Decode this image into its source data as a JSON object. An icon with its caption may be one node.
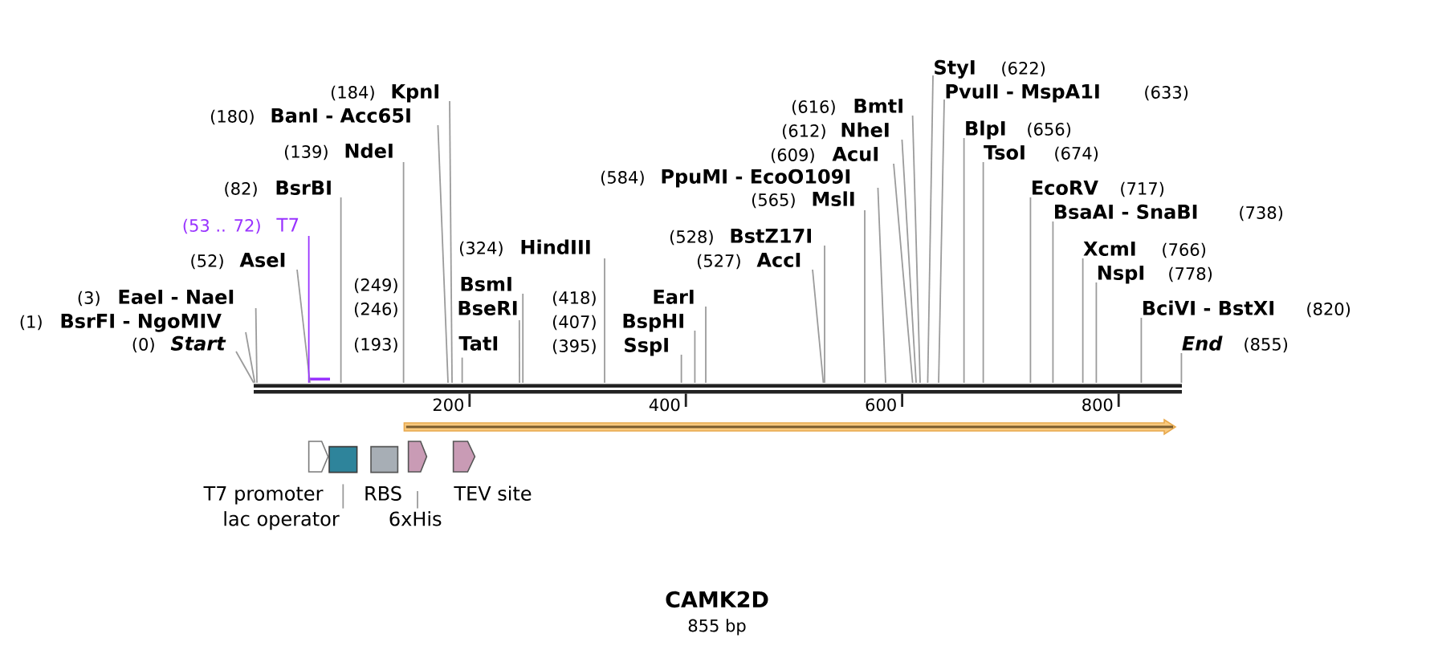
{
  "diagram": {
    "title": "CAMK2D",
    "caption": "855 bp",
    "nodes": [
      {
        "text": [],
        "shape": "bar"
      },
      {
        "text": [
          "(0)",
          "Start"
        ]
      },
      {
        "text": [
          "(1)",
          "BsrFI - NgoMIV"
        ]
      },
      {
        "text": [
          "(3)",
          "EaeI - NaeI"
        ]
      },
      {
        "text": [
          "(52)",
          "AseI"
        ]
      },
      {
        "text": [
          "(53 .. 72)",
          "T7"
        ]
      },
      {
        "text": [
          "(82)",
          "BsrBI"
        ]
      },
      {
        "text": [
          "(139)",
          "NdeI"
        ]
      },
      {
        "text": [
          "(180)",
          "BanI - Acc65I"
        ]
      },
      {
        "text": [
          "(184)",
          "KpnI"
        ]
      },
      {
        "text": [
          "(193)",
          "TatI"
        ]
      },
      {
        "text": [
          "(246)",
          "BseRI"
        ]
      },
      {
        "text": [
          "(249)",
          "BsmI"
        ]
      },
      {
        "text": [
          "(324)",
          "HindIII"
        ]
      },
      {
        "text": [
          "(395)",
          "SspI"
        ]
      },
      {
        "text": [
          "(407)",
          "BspHI"
        ]
      },
      {
        "text": [
          "(418)",
          "EarI"
        ]
      },
      {
        "text": [
          "(527)",
          "AccI"
        ]
      },
      {
        "text": [
          "(528)",
          "BstZ17I"
        ]
      },
      {
        "text": [
          "(565)",
          "MslI"
        ]
      },
      {
        "text": [
          "(584)",
          "PpuMI - EcoO109I"
        ]
      },
      {
        "text": [
          "(609)",
          "AcuI"
        ]
      },
      {
        "text": [
          "(612)",
          "NheI"
        ]
      },
      {
        "text": [
          "(616)",
          "BmtI"
        ]
      },
      {
        "text": [
          "StyI",
          "(622)"
        ]
      },
      {
        "text": [
          "PvuII - MspA1I",
          "(633)"
        ]
      },
      {
        "text": [
          "BlpI",
          "(656)"
        ]
      },
      {
        "text": [
          "TsoI",
          "(674)"
        ]
      },
      {
        "text": [
          "EcoRV",
          "(717)"
        ]
      },
      {
        "text": [
          "BsaAI - SnaBI",
          "(738)"
        ]
      },
      {
        "text": [
          "XcmI",
          "(766)"
        ]
      },
      {
        "text": [
          "NspI",
          "(778)"
        ]
      },
      {
        "text": [
          "BciVI - BstXI",
          "(820)"
        ]
      },
      {
        "text": [
          "End",
          "(855)"
        ]
      },
      {
        "text": [],
        "shape": "arrow"
      },
      {
        "text": [
          "T7 promoter"
        ]
      },
      {
        "text": [],
        "shape": "box"
      },
      {
        "text": [
          "lac operator"
        ]
      },
      {
        "text": [
          "RBS"
        ]
      },
      {
        "text": [],
        "shape": "arrow"
      },
      {
        "text": [
          "6xHis"
        ]
      },
      {
        "text": [
          "TEV site"
        ]
      }
    ],
    "edges": [
      {
        "from": 1,
        "to": 0,
        "arrow": "none"
      },
      {
        "from": 2,
        "to": 0,
        "arrow": "none"
      },
      {
        "from": 3,
        "to": 0,
        "arrow": "none"
      },
      {
        "from": 4,
        "to": 0,
        "arrow": "none"
      },
      {
        "from": 5,
        "to": 0,
        "arrow": "none",
        "color": "#9933ff"
      },
      {
        "from": 6,
        "to": 0,
        "arrow": "none"
      },
      {
        "from": 7,
        "to": 0,
        "arrow": "none"
      },
      {
        "from": 8,
        "to": 0,
        "arrow": "none"
      },
      {
        "from": 9,
        "to": 0,
        "arrow": "none"
      },
      {
        "from": 10,
        "to": 0,
        "arrow": "none"
      },
      {
        "from": 11,
        "to": 0,
        "arrow": "none"
      },
      {
        "from": 12,
        "to": 0,
        "arrow": "none"
      },
      {
        "from": 13,
        "to": 0,
        "arrow": "none"
      },
      {
        "from": 14,
        "to": 0,
        "arrow": "none"
      },
      {
        "from": 15,
        "to": 0,
        "arrow": "none"
      },
      {
        "from": 16,
        "to": 0,
        "arrow": "none"
      },
      {
        "from": 17,
        "to": 0,
        "arrow": "none"
      },
      {
        "from": 18,
        "to": 0,
        "arrow": "none"
      },
      {
        "from": 19,
        "to": 0,
        "arrow": "none"
      },
      {
        "from": 20,
        "to": 0,
        "arrow": "none"
      },
      {
        "from": 21,
        "to": 0,
        "arrow": "none"
      },
      {
        "from": 22,
        "to": 0,
        "arrow": "none"
      },
      {
        "from": 23,
        "to": 0,
        "arrow": "none"
      },
      {
        "from": 24,
        "to": 0,
        "arrow": "none"
      },
      {
        "from": 25,
        "to": 0,
        "arrow": "none"
      },
      {
        "from": 26,
        "to": 0,
        "arrow": "none"
      },
      {
        "from": 27,
        "to": 0,
        "arrow": "none"
      },
      {
        "from": 28,
        "to": 0,
        "arrow": "none"
      },
      {
        "from": 29,
        "to": 0,
        "arrow": "none"
      },
      {
        "from": 30,
        "to": 0,
        "arrow": "none"
      },
      {
        "from": 31,
        "to": 0,
        "arrow": "none"
      },
      {
        "from": 32,
        "to": 0,
        "arrow": "none"
      },
      {
        "from": 33,
        "to": 0,
        "arrow": "none"
      },
      {
        "from": 37,
        "to": 36,
        "arrow": "none"
      },
      {
        "from": 40,
        "to": 39,
        "arrow": "none"
      }
    ],
    "labels": [
      "200",
      "400",
      "600",
      "800"
    ]
  }
}
